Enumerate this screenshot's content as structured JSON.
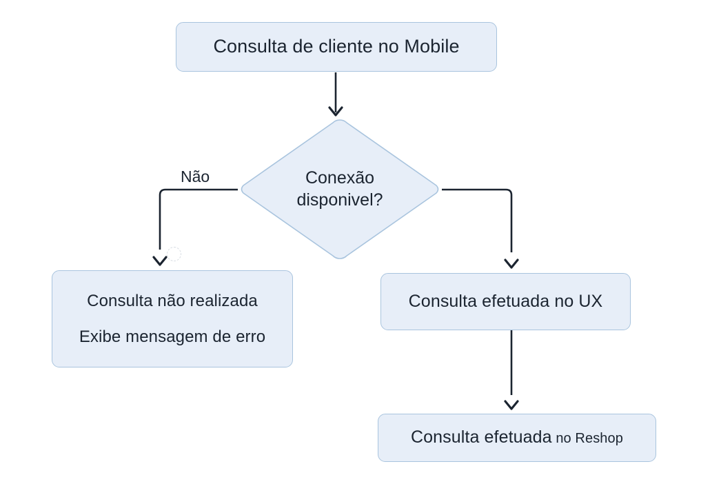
{
  "diagram": {
    "type": "flowchart",
    "language": "pt-BR",
    "background_color": "#ffffff",
    "node_fill_color": "#e7eef8",
    "node_border_color": "#a9c4de",
    "text_color": "#1b2430",
    "connector_color": "#1b2430",
    "nodes": {
      "start": {
        "shape": "rounded-rectangle",
        "text": "Consulta de cliente no Mobile"
      },
      "decision": {
        "shape": "diamond",
        "line1": "Conexão",
        "line2": "disponivel?"
      },
      "fail": {
        "shape": "rounded-rectangle",
        "line1": "Consulta não realizada",
        "line2": "Exibe mensagem de erro"
      },
      "ux": {
        "shape": "rounded-rectangle",
        "text": "Consulta efetuada no UX"
      },
      "reshop": {
        "shape": "rounded-rectangle",
        "text_main": "Consulta efetuada",
        "text_sub": "no Reshop"
      }
    },
    "edges": {
      "start_to_decision": {
        "label": ""
      },
      "decision_to_fail": {
        "label": "Não"
      },
      "decision_to_ux": {
        "label": ""
      },
      "ux_to_reshop": {
        "label": ""
      }
    }
  }
}
